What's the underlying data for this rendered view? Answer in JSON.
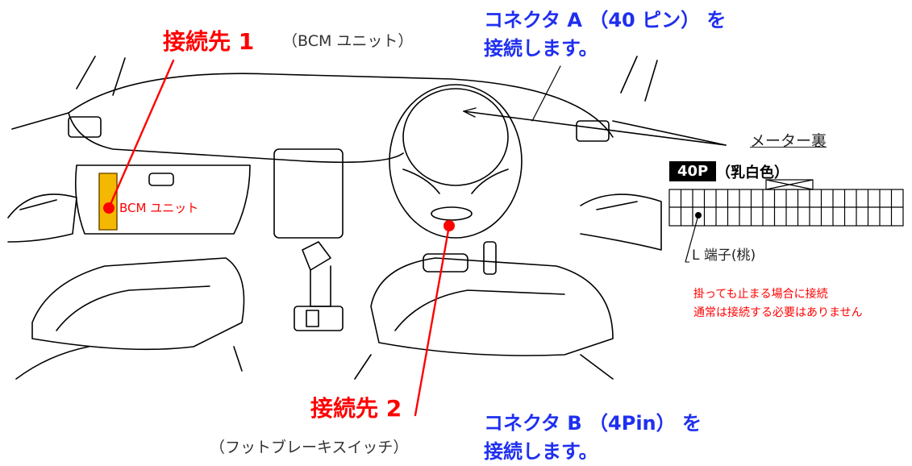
{
  "labels": {
    "connection1": "接続先 1",
    "connection1_sub": "（BCM ユニット）",
    "connectorA_line1": "コネクタ A （40 ピン） を",
    "connectorA_line2": "接続します。",
    "bcm_unit": "BCM ユニット",
    "meter_back": "メーター裏",
    "pin_count": "40P",
    "pin_color": "（乳白色）",
    "terminal": "L 端子(桃)",
    "note_line1": "掛っても止まる場合に接続",
    "note_line2": "通常は接続する必要はありません",
    "connection2": "接続先 2",
    "connection2_sub": "（フットブレーキスイッチ）",
    "connectorB_line1": "コネクタ B （4Pin） を",
    "connectorB_line2": "接続します。"
  },
  "colors": {
    "red": "#ff0000",
    "blue": "#1f2ff0",
    "bcm_box": "#f5b800",
    "line": "#000000"
  }
}
